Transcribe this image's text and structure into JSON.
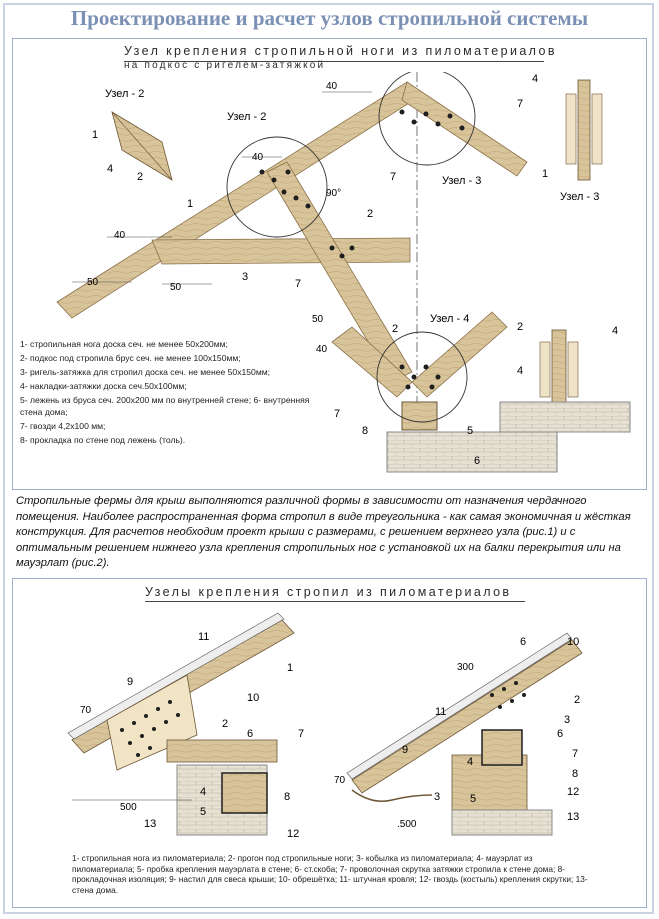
{
  "title": "Проектирование и расчет узлов стропильной системы",
  "fig1": {
    "caption_line1": "Узел крепления стропильной ноги из пиломатериалов",
    "caption_line2": "на подкос с ригелем-затяжкой",
    "labels": {
      "uzel2": "Узел - 2",
      "uzel3": "Узел - 3",
      "uzel4": "Узел - 4",
      "d40": "40",
      "d50": "50",
      "d90": "90°",
      "n1": "1",
      "n2": "2",
      "n3": "3",
      "n4": "4",
      "n5": "5",
      "n6": "6",
      "n7": "7",
      "n8": "8"
    },
    "legend": [
      "1- стропильная нога доска сеч. не менее 50х200мм;",
      "2- подкос под стропила брус сеч. не менее 100х150мм;",
      "3- ригель-затяжка для стропил доска сеч. не менее 50х150мм;",
      "4- накладки-затяжки доска сеч.50х100мм;",
      "5- лежень из бруса сеч. 200х200 мм по внутренней стене; 6- внутренняя стена дома;",
      "7- гвозди 4,2х100 мм;",
      "8- прокладка по стене под лежень (толь)."
    ]
  },
  "paragraph": "Стропильные фермы для крыш выполняются различной формы в зависимости от назначения чердачного помещения. Наиболее распространенная форма стропил в виде треугольника - как самая экономичная и жёсткая конструкция. Для расчетов необходим проект крыши с размерами, с решением верхнего узла (рис.1) и с оптимальным решением нижнего узла крепления стропильных ног с установкой их на балки перекрытия или на мауэрлат (рис.2).",
  "fig2": {
    "caption": "Узелы крепления стропил из пиломатериалов",
    "labels": {
      "d70": "70",
      "d500": "500",
      "d300": "300",
      "d500b": ".500",
      "n1": "1",
      "n2": "2",
      "n3": "3",
      "n4": "4",
      "n5": "5",
      "n6": "6",
      "n7": "7",
      "n8": "8",
      "n9": "9",
      "n10": "10",
      "n11": "11",
      "n12": "12",
      "n13": "13"
    },
    "legend": "1- стропильная нога из пиломатериала; 2- прогон под стропильные ноги; 3- кобылка из пиломатериала; 4- мауэрлат из пиломатериала; 5- пробка крепления мауэрлата в стене; 6- ст.скоба; 7- проволочная скрутка затяжки стропила к стене дома; 8- прокладочная изоляция; 9- настил для свеса крыши; 10- обрешётка; 11- штучная кровля; 12- гвоздь (костыль) крепления скрутки; 13- стена дома."
  },
  "colors": {
    "title": "#7a90b4",
    "wood": "#d8c49a",
    "wood_dark": "#b89b66",
    "nail": "#1f1f1f",
    "concrete": "#d9d4c4",
    "frame": "#c9d3e3"
  }
}
